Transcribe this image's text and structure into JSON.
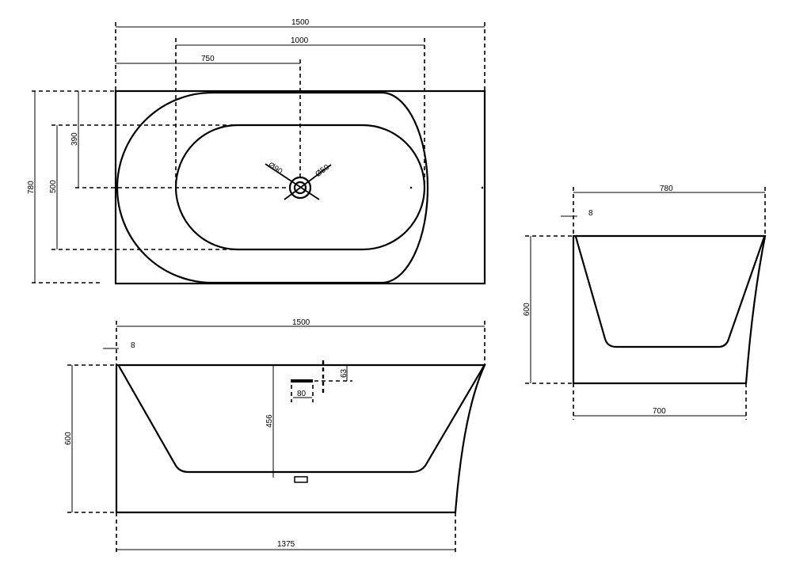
{
  "top_view": {
    "dim_overall_length": "1500",
    "dim_drain_span": "1000",
    "dim_drain_offset": "750",
    "dim_overall_width": "780",
    "dim_drain_from_wall": "390",
    "dim_inner_width": "500",
    "drain_diameter_outer": "Ø90",
    "drain_diameter_inner": "Ø50"
  },
  "side_view": {
    "dim_top_length": "1500",
    "dim_rim": "8",
    "dim_height": "600",
    "dim_inner_depth": "456",
    "dim_overflow_offset": "63",
    "dim_overflow_width": "80",
    "dim_base_length": "1375"
  },
  "end_view": {
    "dim_top_width": "780",
    "dim_rim": "8",
    "dim_height": "600",
    "dim_base_width": "700"
  },
  "colors": {
    "line": "#000000",
    "background": "#ffffff"
  }
}
